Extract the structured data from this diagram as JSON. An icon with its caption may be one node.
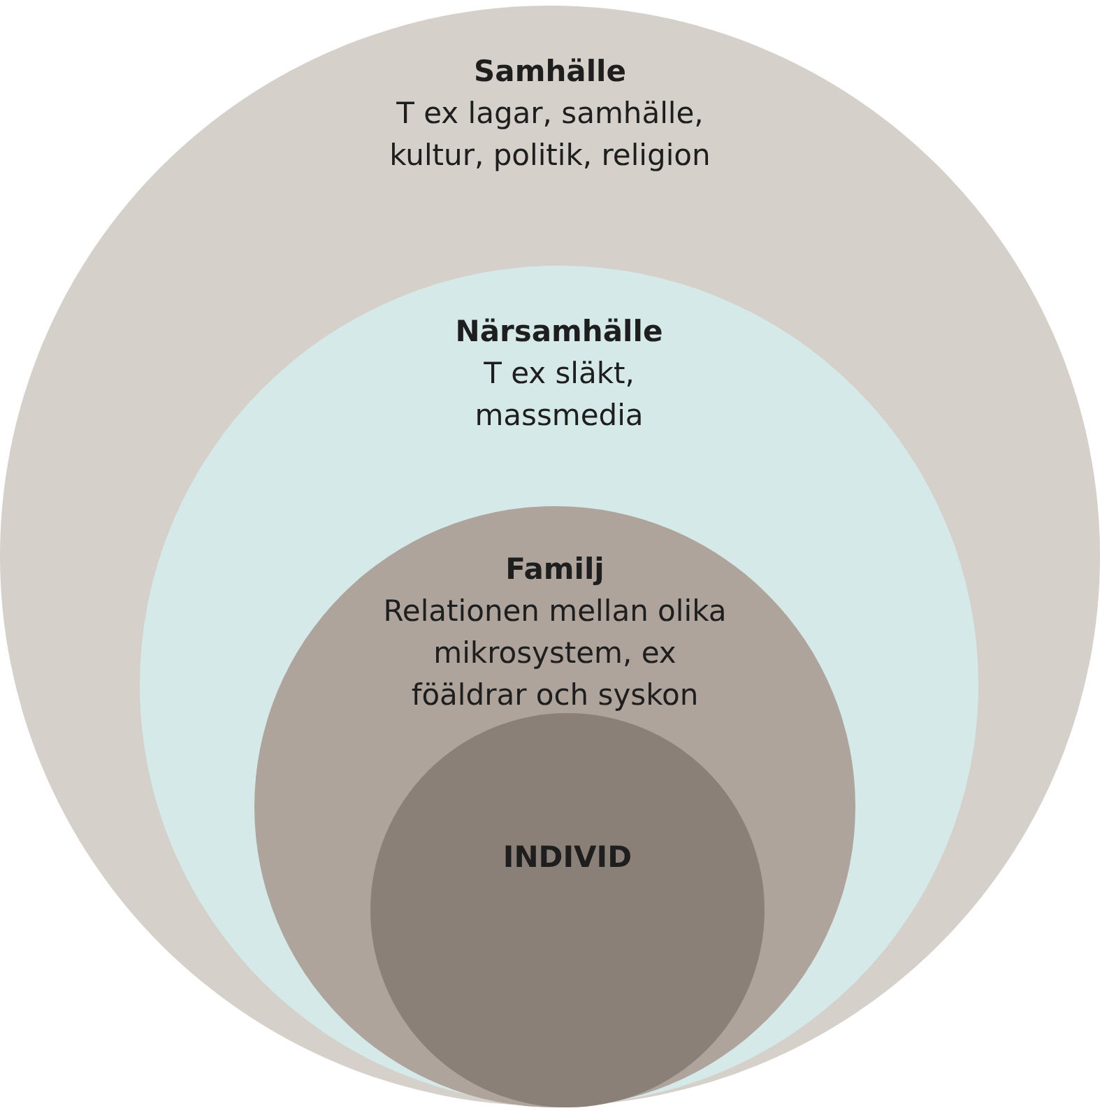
{
  "diagram": {
    "nodes": [
      {
        "text": [
          "Samhälle",
          "T ex lagar, samhälle, kultur, politik, religion"
        ]
      },
      {
        "text": [
          "Närsamhälle",
          "T ex släkt, massmedia"
        ],
        "in": 0
      },
      {
        "text": [
          "Familj",
          "Relationen mellan olika mikrosystem, ex föäldrar och syskon"
        ],
        "in": 1
      },
      {
        "text": [
          "INDIVID"
        ],
        "in": 2
      }
    ]
  }
}
